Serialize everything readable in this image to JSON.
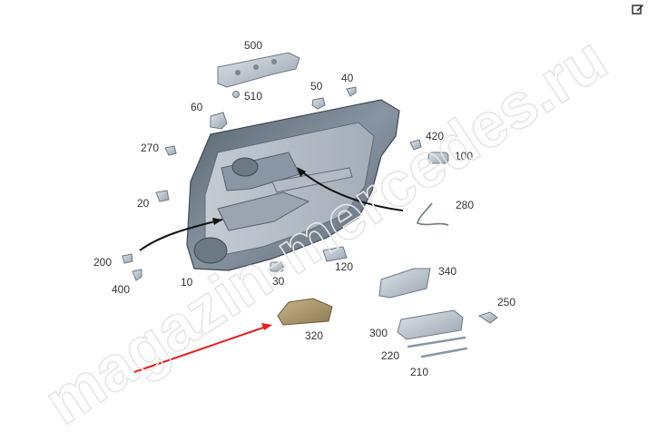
{
  "watermark": "magazin-mercedes.ru",
  "icons": {
    "edit": "edit-icon"
  },
  "colors": {
    "arrow_red": "#e02020",
    "arrow_black": "#111111",
    "part_fill": "#b9c2cc",
    "panel_fill": "#7a8693",
    "highlight_part": "#a8946b"
  },
  "labels": [
    {
      "id": "500",
      "text": "500"
    },
    {
      "id": "510",
      "text": "510"
    },
    {
      "id": "60",
      "text": "60"
    },
    {
      "id": "50",
      "text": "50"
    },
    {
      "id": "40",
      "text": "40"
    },
    {
      "id": "270",
      "text": "270"
    },
    {
      "id": "420",
      "text": "420"
    },
    {
      "id": "100",
      "text": "100"
    },
    {
      "id": "20",
      "text": "20"
    },
    {
      "id": "280",
      "text": "280"
    },
    {
      "id": "200",
      "text": "200"
    },
    {
      "id": "400",
      "text": "400"
    },
    {
      "id": "10",
      "text": "10"
    },
    {
      "id": "30",
      "text": "30"
    },
    {
      "id": "120",
      "text": "120"
    },
    {
      "id": "340",
      "text": "340"
    },
    {
      "id": "250",
      "text": "250"
    },
    {
      "id": "320",
      "text": "320"
    },
    {
      "id": "300",
      "text": "300"
    },
    {
      "id": "220",
      "text": "220"
    },
    {
      "id": "210",
      "text": "210"
    }
  ]
}
